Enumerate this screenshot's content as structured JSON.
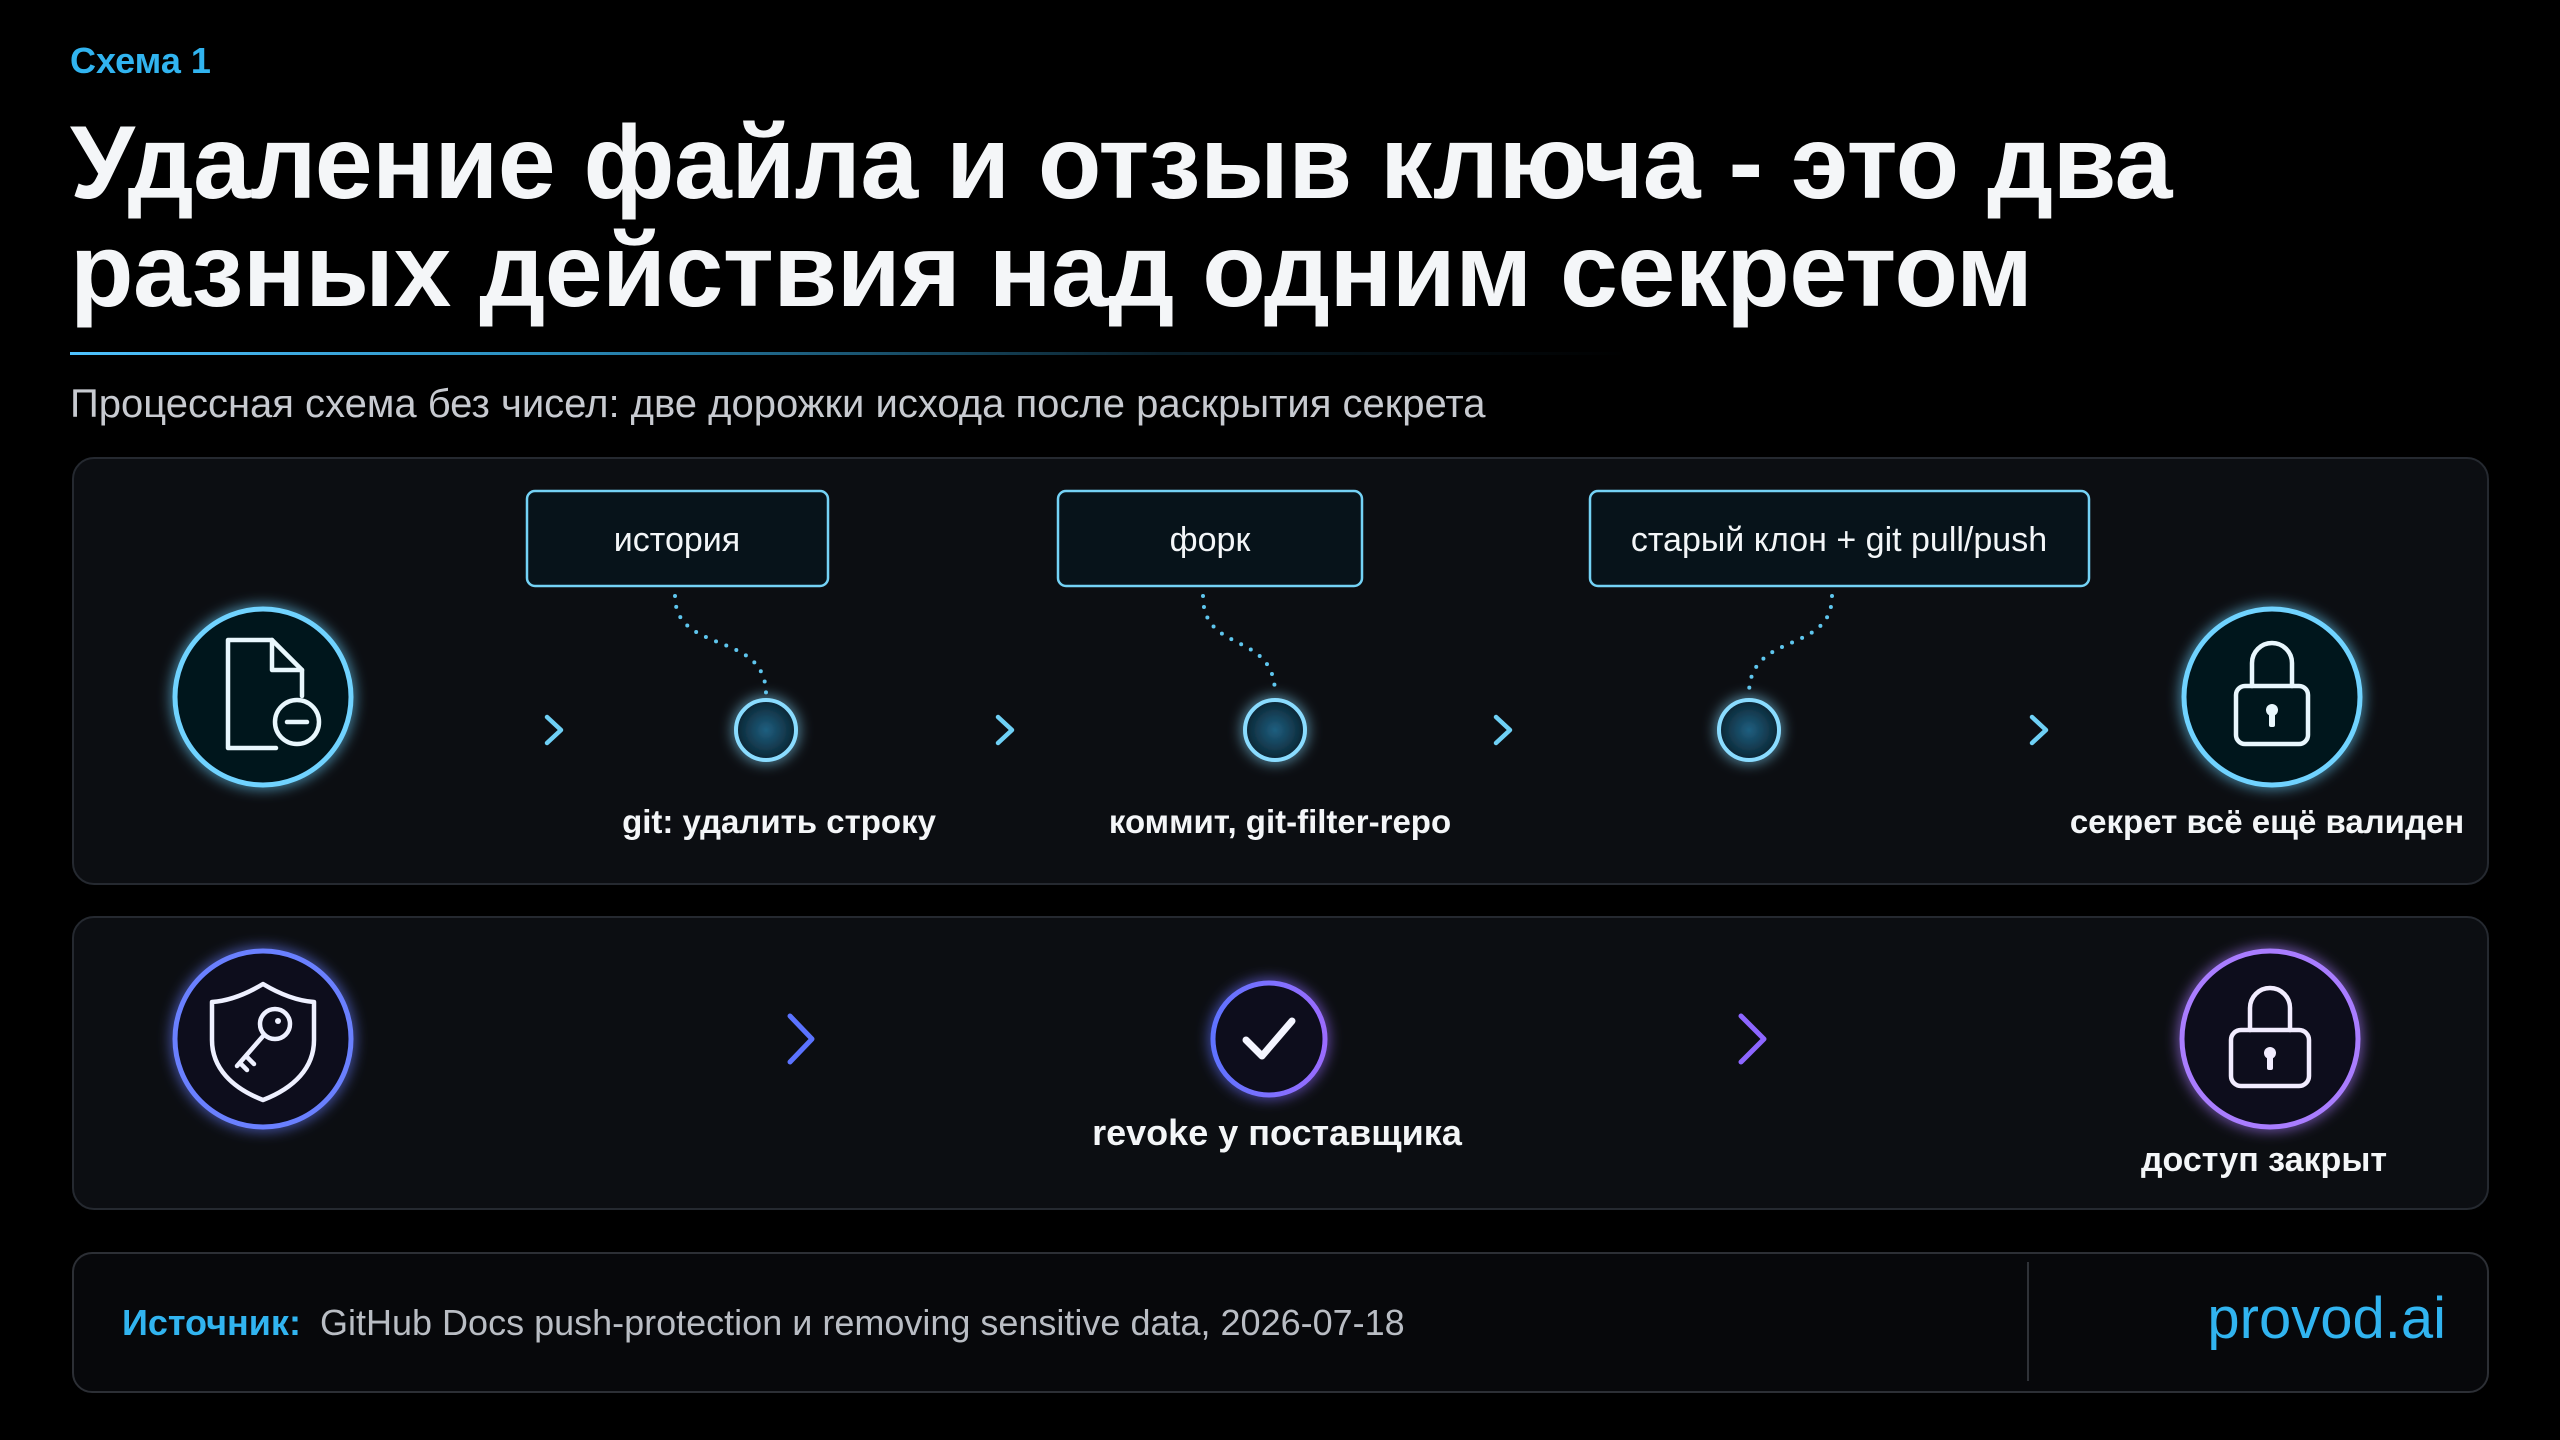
{
  "header": {
    "label": "Схема 1",
    "title_line1": "Удаление файла и отзыв ключа - это два",
    "title_line2": "разных действия над одним секретом",
    "subtitle": "Процессная схема без чисел: две дорожки исхода после раскрытия секрета"
  },
  "flow_delete": {
    "start_icon": "file-minus-icon",
    "callouts": [
      "история",
      "форк",
      "старый клон + git pull/push"
    ],
    "steps": [
      "git: удалить строку",
      "коммит, git-filter-repo"
    ],
    "end_icon": "lock-icon",
    "end_label": "секрет всё ещё валиден"
  },
  "flow_revoke": {
    "start_icon": "shield-key-icon",
    "step_icon": "check-icon",
    "step_label": "revoke у поставщика",
    "end_icon": "lock-icon",
    "end_label": "доступ закрыт"
  },
  "footer": {
    "source_label": "Источник:",
    "source_text": "GitHub Docs push-protection и removing sensitive data, 2026-07-18",
    "brand": "provod.ai"
  },
  "colors": {
    "background": "#000000",
    "accent": "#31b4f0",
    "text": "#f4f6f8",
    "muted": "#c7cad0",
    "flow_delete": "#5ec8f2",
    "flow_revoke_start": "#5a6cff",
    "flow_revoke_end": "#a57bff"
  }
}
